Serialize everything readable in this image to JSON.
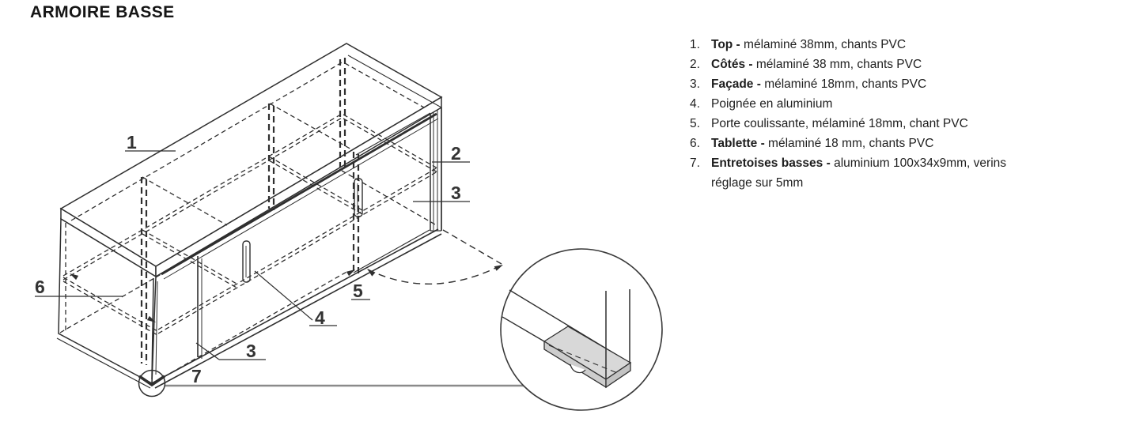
{
  "title": "ARMOIRE BASSE",
  "parts_list": {
    "items": [
      {
        "number": "1.",
        "bold": "Top -",
        "rest": " mélaminé 38mm, chants PVC"
      },
      {
        "number": "2.",
        "bold": "Côtés -",
        "rest": " mélaminé 38 mm, chants PVC"
      },
      {
        "number": "3.",
        "bold": "Façade -",
        "rest": " mélaminé 18mm, chants PVC"
      },
      {
        "number": "4.",
        "bold": "",
        "rest": "Poignée en aluminium"
      },
      {
        "number": "5.",
        "bold": "",
        "rest": "Porte coulissante, mélaminé 18mm, chant PVC"
      },
      {
        "number": "6.",
        "bold": "Tablette -",
        "rest": " mélaminé 18 mm, chants PVC"
      },
      {
        "number": "7.",
        "bold": "Entretoises basses -",
        "rest": " aluminium 100x34x9mm, verins réglage sur 5mm"
      }
    ]
  },
  "drawing": {
    "callouts": [
      {
        "label": "1"
      },
      {
        "label": "2"
      },
      {
        "label": "3"
      },
      {
        "label": "3"
      },
      {
        "label": "4"
      },
      {
        "label": "5"
      },
      {
        "label": "6"
      },
      {
        "label": "7"
      }
    ],
    "colors": {
      "line": "#2f2f2f",
      "accent_gray": "#8a8a8a",
      "spacer_fill": "#d8d8d8",
      "spacer_front": "#cdcdcd",
      "spacer_side": "#c3c3c3"
    }
  }
}
